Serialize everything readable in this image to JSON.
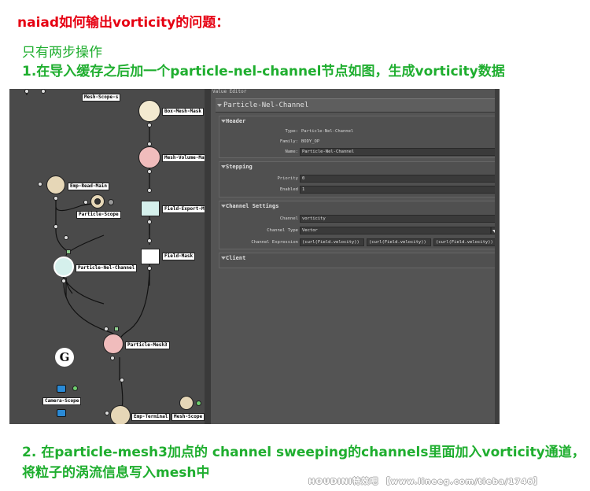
{
  "header": {
    "title": "naiad如何输出vorticity的问题：",
    "step1_line1": "只有两步操作",
    "step1_line2": "1.在导入缓存之后加一个particle-nel-channel节点如图，生成vorticity数据"
  },
  "caption": {
    "step2": "2. 在particle-mesh3加点的 channel sweeping的channels里面加入vorticity通道，将粒子的涡流信息写入mesh中"
  },
  "watermark": "HOUDINI特效吧 【www.lineeg.com/tieba/1746】",
  "graph": {
    "nodes": {
      "mesh_scope_s": "Mesh-Scope-s",
      "box_mesh_mask": "Box-Mesh-Mask",
      "mesh_volume_mask": "Mesh-Volume-Mas",
      "emp_read_main": "Emp-Read-Main",
      "particle_scope": "Particle-Scope",
      "field_export_mask": "Field-Export-M",
      "field_mask": "Field-Mask",
      "particle_nel_channel": "Particle-Nel-Channel",
      "particle_mesh3": "Particle-Mesh3",
      "camera_scope": "Camera-Scope",
      "emp_terminal": "Emp-Terminal",
      "mesh_scope": "Mesh-Scope"
    },
    "g_icon": "G",
    "colors": {
      "pale_yellow": "#f3ead0",
      "tan": "#e6d7b7",
      "pink": "#f0bcbc",
      "teal": "#d5f0ec",
      "white": "#ffffff"
    }
  },
  "value_editor": {
    "window_title": "Value Editor",
    "node_name": "Particle-Nel-Channel",
    "header": {
      "title": "Header",
      "type_label": "Type:",
      "type_value": "Particle-Nel-Channel",
      "family_label": "Family:",
      "family_value": "BODY_OP",
      "name_label": "Name:",
      "name_value": "Particle-Nel-Channel"
    },
    "stepping": {
      "title": "Stepping",
      "priority_label": "Priority",
      "priority_value": "0",
      "enabled_label": "Enabled",
      "enabled_value": "1"
    },
    "channel_settings": {
      "title": "Channel Settings",
      "channel_label": "Channel",
      "channel_value": "vorticity",
      "channel_type_label": "Channel Type",
      "channel_type_value": "Vector",
      "channel_expression_label": "Channel Expression",
      "expr1": "(curl(Field.velocity))",
      "expr2": "(curl(Field.velocity))",
      "expr3": "(curl(Field.velocity))"
    },
    "client": {
      "title": "Client"
    }
  }
}
